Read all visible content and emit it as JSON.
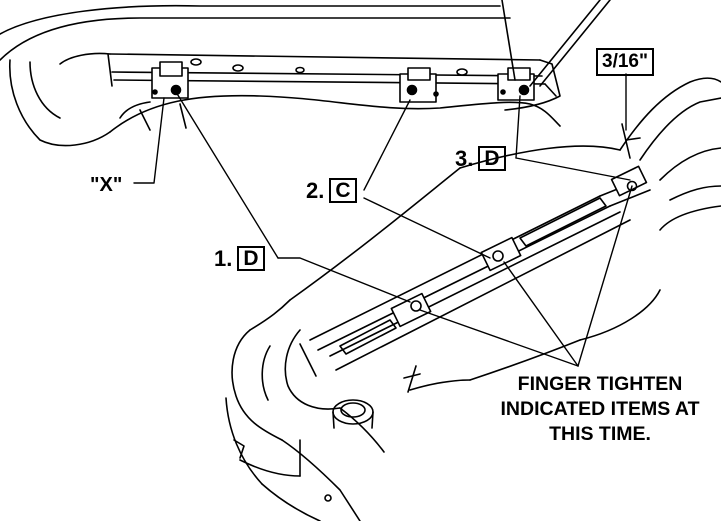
{
  "callouts": {
    "step1": {
      "number": "1.",
      "part": "D"
    },
    "step2": {
      "number": "2.",
      "part": "C"
    },
    "step3": {
      "number": "3.",
      "part": "D"
    },
    "x_label": "\"X\"",
    "measurement": "3/16\""
  },
  "note": {
    "line1": "FINGER TIGHTEN",
    "line2": "INDICATED ITEMS AT",
    "line3": "THIS TIME."
  }
}
